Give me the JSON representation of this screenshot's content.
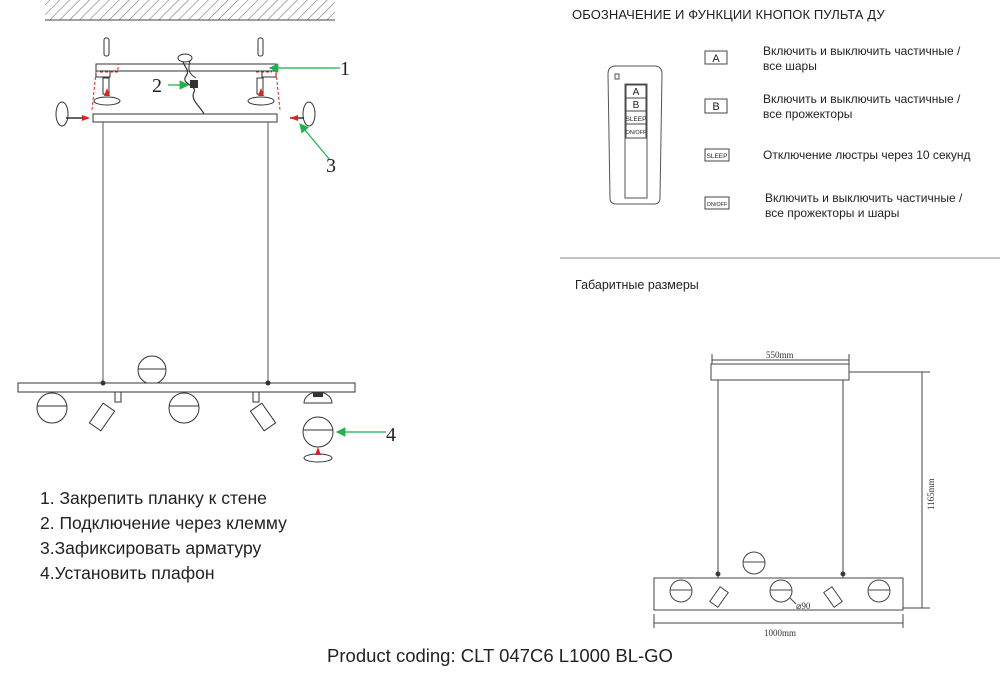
{
  "remote": {
    "title": "ОБОЗНАЧЕНИЕ И ФУНКЦИИ КНОПОК ПУЛЬТА ДУ",
    "remote_buttons": [
      "A",
      "B",
      "SLEEP",
      "ON/OFF"
    ],
    "functions": [
      {
        "key": "A",
        "line1": "Включить и выключить частичные /",
        "line2": "все шары"
      },
      {
        "key": "B",
        "line1": "Включить и выключить частичные /",
        "line2": "все прожекторы"
      },
      {
        "key": "SLEEP",
        "line1": "Отключение люстры через 10 секунд",
        "line2": ""
      },
      {
        "key": "ON/OFF",
        "line1": "Включить и выключить частичные /",
        "line2": "все прожекторы и шары"
      }
    ]
  },
  "dimensions": {
    "title": "Габаритные размеры",
    "top_width": "550mm",
    "height": "1165mm",
    "diameter": "⌀90",
    "bottom_width": "1000mm"
  },
  "callouts": [
    "1",
    "2",
    "3",
    "4"
  ],
  "steps": [
    "1. Закрепить планку к стене",
    "2. Подключение через клемму",
    "3.Зафиксировать арматуру",
    "4.Установить плафон"
  ],
  "product_coding": "Product coding: CLT 047C6 L1000 BL-GO"
}
